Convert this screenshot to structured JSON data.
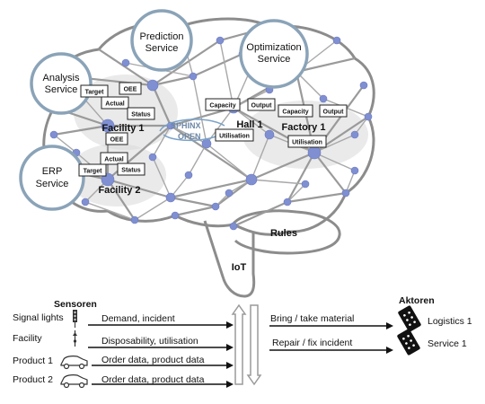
{
  "services": {
    "prediction": [
      "Prediction",
      "Service"
    ],
    "optimization": [
      "Optimization",
      "Service"
    ],
    "analysis": [
      "Analysis",
      "Service"
    ],
    "erp": [
      "ERP",
      "Service"
    ]
  },
  "logo": {
    "line1": "SPHINX",
    "line2": "OPEN"
  },
  "facility1": {
    "name": "Facility 1",
    "target": "Target",
    "actual": "Actual",
    "oee": "OEE",
    "status": "Status"
  },
  "facility2": {
    "name": "Facility 2",
    "target": "Target",
    "actual": "Actual",
    "oee": "OEE",
    "status": "Status"
  },
  "hall1": {
    "name": "Hall 1",
    "capacity": "Capacity",
    "output": "Output",
    "utilisation": "Utilisation"
  },
  "factory1": {
    "name": "Factory 1",
    "capacity": "Capacity",
    "output": "Output",
    "utilisation": "Utilisation"
  },
  "rules": "Rules",
  "iot": "IoT",
  "sensors": {
    "title": "Sensoren",
    "items": [
      {
        "name": "Signal lights",
        "message": "Demand, incident",
        "icon": "signal-light-icon"
      },
      {
        "name": "Facility",
        "message": "Disposability, utilisation",
        "icon": "sensor-probe-icon"
      },
      {
        "name": "Product 1",
        "message": "Order data, product data",
        "icon": "car-icon"
      },
      {
        "name": "Product 2",
        "message": "Order data, product data",
        "icon": "car-icon"
      }
    ]
  },
  "actors": {
    "title": "Aktoren",
    "items": [
      {
        "name": "Logistics 1",
        "message": "Bring / take material",
        "icon": "device-icon"
      },
      {
        "name": "Service 1",
        "message": "Repair / fix incident",
        "icon": "device-icon"
      }
    ]
  },
  "colors": {
    "node": "#7f8fd1",
    "service_ring": "#8aa3b8",
    "edge": "#9a9a9a"
  }
}
